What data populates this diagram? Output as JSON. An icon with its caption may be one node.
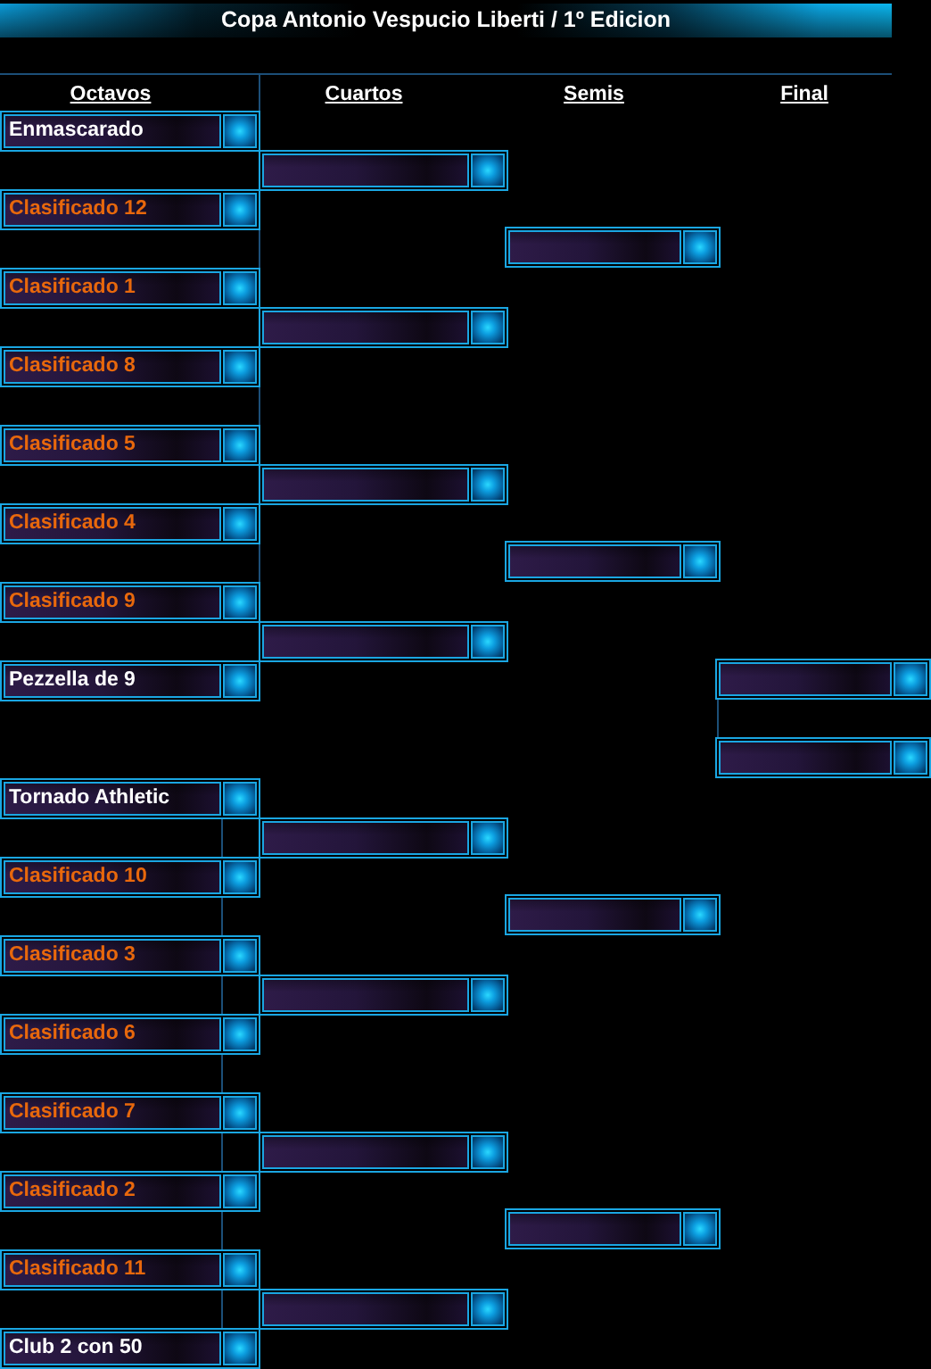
{
  "diagram": {
    "title": "Copa Antonio Vespucio Liberti / 1º Edicion",
    "nodes": [
      {
        "text": [
          "Enmascarado"
        ]
      },
      {
        "text": [
          "Clasificado 12"
        ]
      },
      {
        "text": [
          "Clasificado 1"
        ]
      },
      {
        "text": [
          "Clasificado 8"
        ]
      },
      {
        "text": [
          "Clasificado 5"
        ]
      },
      {
        "text": [
          "Clasificado 4"
        ]
      },
      {
        "text": [
          "Clasificado 9"
        ]
      },
      {
        "text": [
          "Pezzella de 9"
        ]
      },
      {
        "text": [
          "Tornado Athletic"
        ]
      },
      {
        "text": [
          "Clasificado 10"
        ]
      },
      {
        "text": [
          "Clasificado 3"
        ]
      },
      {
        "text": [
          "Clasificado 6"
        ]
      },
      {
        "text": [
          "Clasificado 7"
        ]
      },
      {
        "text": [
          "Clasificado 2"
        ]
      },
      {
        "text": [
          "Clasificado 11"
        ]
      },
      {
        "text": [
          "Club 2 con 50"
        ]
      },
      {
        "text": [],
        "shape": "box"
      },
      {
        "text": [],
        "shape": "box"
      },
      {
        "text": [],
        "shape": "box"
      },
      {
        "text": [],
        "shape": "box"
      },
      {
        "text": [],
        "shape": "box"
      },
      {
        "text": [],
        "shape": "box"
      },
      {
        "text": [],
        "shape": "box"
      },
      {
        "text": [],
        "shape": "box"
      },
      {
        "text": [],
        "shape": "box"
      },
      {
        "text": [],
        "shape": "box"
      },
      {
        "text": [],
        "shape": "box"
      },
      {
        "text": [],
        "shape": "box"
      },
      {
        "text": [],
        "shape": "box"
      },
      {
        "text": [],
        "shape": "box"
      }
    ],
    "labels": [
      "Octavos",
      "Cuartos",
      "Semis",
      "Final"
    ]
  }
}
